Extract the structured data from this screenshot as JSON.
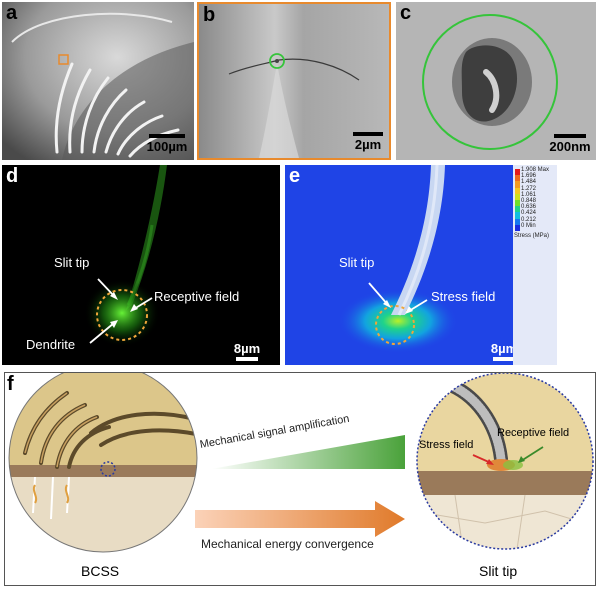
{
  "panel_a": {
    "label": "a",
    "scale": "100µm"
  },
  "panel_b": {
    "label": "b",
    "scale": "2µm"
  },
  "panel_c": {
    "label": "c",
    "scale": "200nm"
  },
  "panel_d": {
    "label": "d",
    "slit_tip": "Slit tip",
    "receptive_field": "Receptive field",
    "dendrite": "Dendrite",
    "scale": "8µm"
  },
  "panel_e": {
    "label": "e",
    "slit_tip": "Slit tip",
    "stress_field": "Stress field",
    "scale": "8µm",
    "legend": {
      "values": [
        "1.908",
        "1.696",
        "1.484",
        "1.272",
        "1.061",
        "0.848",
        "0.636",
        "0.424",
        "0.212",
        "0"
      ],
      "max_label": "Max",
      "min_label": "Min",
      "title": "Stress (MPa)",
      "colors": [
        "#e61b1b",
        "#f06a1c",
        "#f59b20",
        "#f5c81e",
        "#cfe11c",
        "#6fe02a",
        "#1fd38a",
        "#12bde0",
        "#1577f0",
        "#1a2ce0"
      ]
    }
  },
  "panel_f": {
    "label": "f",
    "top_arrow_text": "Mechanical signal amplification",
    "bottom_arrow_text": "Mechanical energy convergence",
    "left_caption": "BCSS",
    "right_caption": "Slit tip",
    "stress_field": "Stress field",
    "receptive_field": "Receptive field"
  }
}
